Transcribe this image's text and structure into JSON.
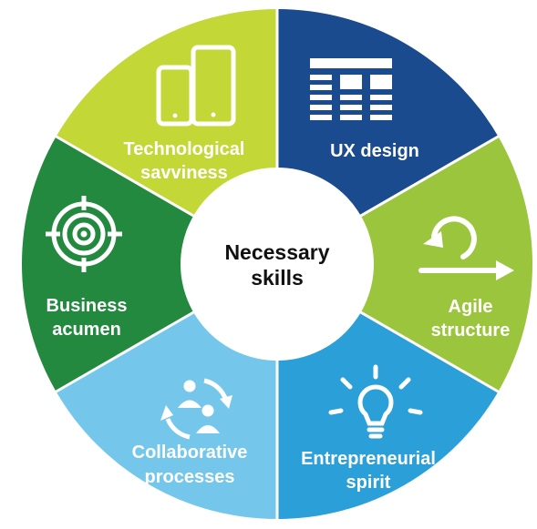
{
  "diagram": {
    "center": {
      "line1": "Necessary",
      "line2": "skills",
      "color": "#ffffff"
    },
    "segments": [
      {
        "id": "ux-design",
        "line1": "UX design",
        "line2": "",
        "color": "#1a4b8f",
        "icon": "layout-icon"
      },
      {
        "id": "agile-structure",
        "line1": "Agile",
        "line2": "structure",
        "color": "#9bc53d",
        "icon": "agile-loop-icon"
      },
      {
        "id": "entrepreneurial-spirit",
        "line1": "Entrepreneurial",
        "line2": "spirit",
        "color": "#2a9fd8",
        "icon": "lightbulb-icon"
      },
      {
        "id": "collaborative-processes",
        "line1": "Collaborative",
        "line2": "processes",
        "color": "#74c7eb",
        "icon": "collaboration-cycle-icon"
      },
      {
        "id": "business-acumen",
        "line1": "Business",
        "line2": "acumen",
        "color": "#23893e",
        "icon": "target-icon"
      },
      {
        "id": "technological-savviness",
        "line1": "Technological",
        "line2": "savviness",
        "color": "#c3d836",
        "icon": "devices-icon"
      }
    ],
    "divider_color": "#ffffff"
  }
}
